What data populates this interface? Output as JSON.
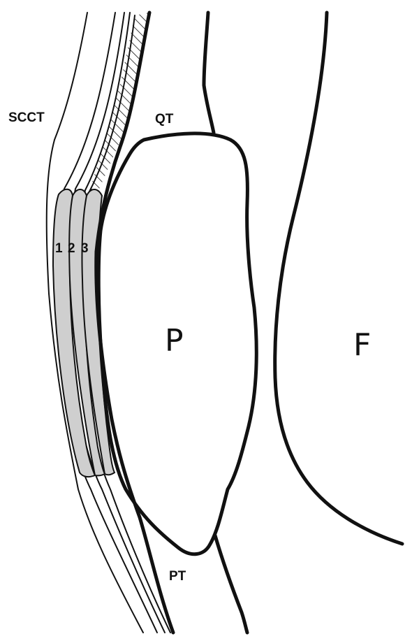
{
  "labels": {
    "scct": "SCCT",
    "qt": "QT",
    "pt": "PT",
    "patella": "P",
    "femur": "F",
    "bursa_1": "1",
    "bursa_2": "2",
    "bursa_3": "3"
  },
  "colors": {
    "line": "#111111",
    "bursa_fill": "#cfcfcf",
    "background": "#ffffff"
  }
}
